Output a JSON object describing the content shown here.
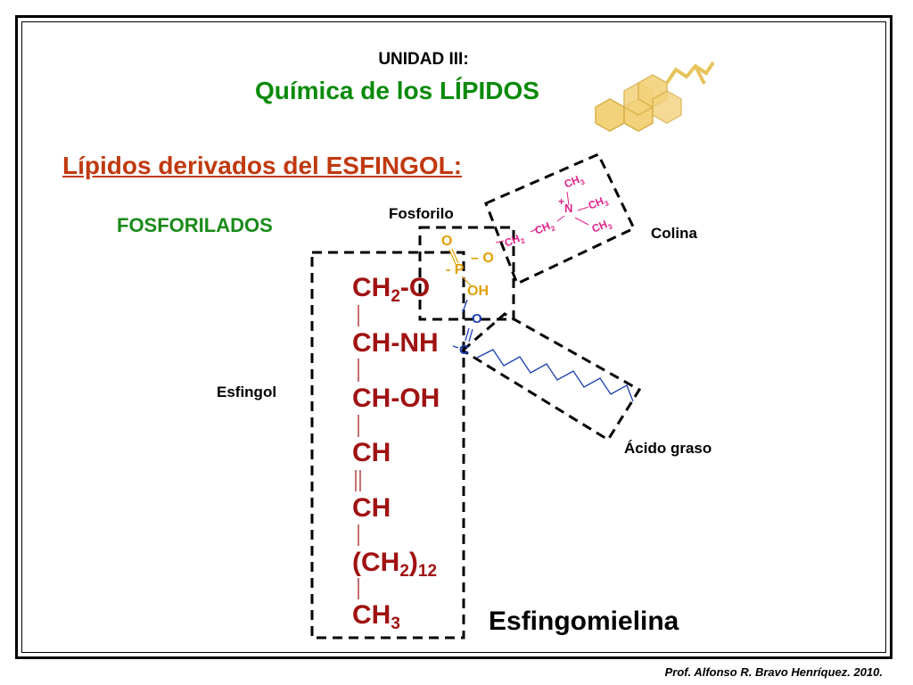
{
  "header": {
    "unit": "UNIDAD III:",
    "title": "Química de los LÍPIDOS"
  },
  "section_title": "Lípidos derivados del ESFINGOL:",
  "subsection": "FOSFORILADOS",
  "labels": {
    "fosforilo": "Fosforilo",
    "colina": "Colina",
    "esfingol": "Esfingol",
    "acido_graso": "Ácido graso"
  },
  "sphingosine_chain": {
    "l1": "CH",
    "l1_sub": "2",
    "l1_end": "-O",
    "l2": "CH-NH",
    "l3": "CH-OH",
    "l4": "CH",
    "l5": "CH",
    "l6": "(CH",
    "l6_sub": "2",
    "l6_end": ")",
    "l6_sub2": "12",
    "l7": "CH",
    "l7_sub": "3"
  },
  "phosphoryl": {
    "o_top": "O",
    "p": "- P",
    "dash_o": "– O",
    "oh": "OH"
  },
  "choline": {
    "ch2a": "CH",
    "ch2a_sub": "2",
    "ch2b": "CH",
    "ch2b_sub": "2",
    "n": "N",
    "plus": "+",
    "ch3_top": "CH",
    "ch3_top_sub": "3",
    "ch3_mid": "CH",
    "ch3_mid_sub": "3",
    "ch3_bot": "CH",
    "ch3_bot_sub": "3"
  },
  "acyl": {
    "o": "O",
    "c": "C"
  },
  "compound_name": "Esfingomielina",
  "credit": "Prof. Alfonso R. Bravo Henríquez. 2010.",
  "colors": {
    "title_green": "#0a8a0a",
    "section_red": "#c0390f",
    "chain_red": "#a01212",
    "phosphoryl_orange": "#e0a000",
    "choline_pink": "#e0208a",
    "acyl_blue": "#1a3fb0",
    "steroid_yellow": "#f2d27a"
  },
  "icons": {
    "logo": "steroid-rings-icon"
  }
}
